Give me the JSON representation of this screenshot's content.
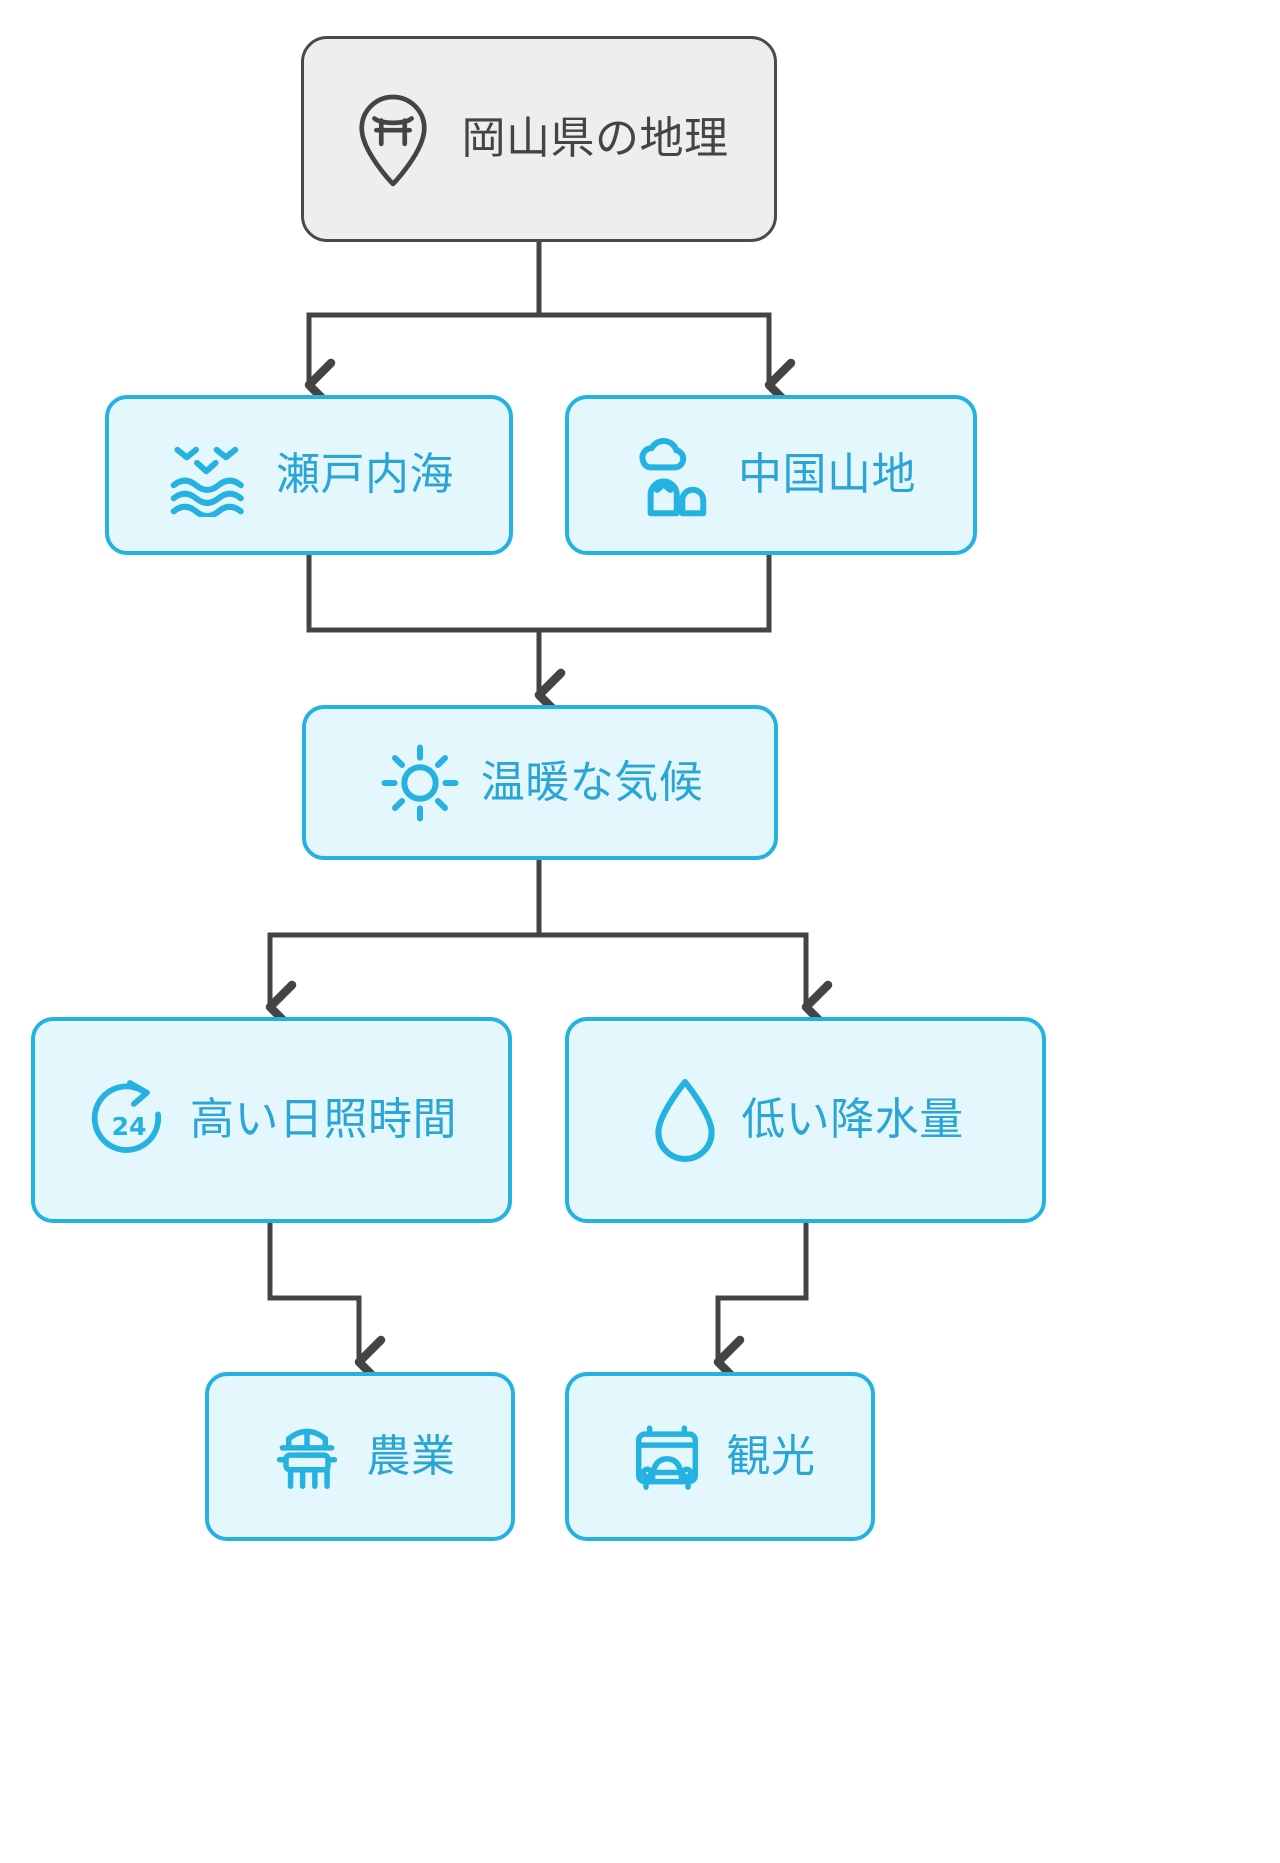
{
  "diagram": {
    "type": "flowchart",
    "direction": "top-down",
    "title": "岡山県の地理",
    "colors": {
      "root_fill": "#eeeeee",
      "root_border": "#4a4a4a",
      "root_text": "#444444",
      "node_fill": "#e3f7fd",
      "node_border": "#26b2e0",
      "node_text": "#2aa5d6",
      "edge": "#444444",
      "background": "#ffffff"
    },
    "nodes": [
      {
        "id": "root",
        "label": "岡山県の地理",
        "icon": "map-pin-torii-icon",
        "style": "root",
        "row": 1
      },
      {
        "id": "sea",
        "label": "瀬戸内海",
        "icon": "sea-birds-waves-icon",
        "style": "cyan",
        "row": 2
      },
      {
        "id": "mount",
        "label": "中国山地",
        "icon": "cloud-mountain-icon",
        "style": "cyan",
        "row": 2
      },
      {
        "id": "climate",
        "label": "温暖な気候",
        "icon": "sun-icon",
        "style": "cyan",
        "row": 3
      },
      {
        "id": "sun",
        "label": "高い日照時間",
        "icon": "clock-24h-icon",
        "style": "cyan",
        "row": 4
      },
      {
        "id": "rain",
        "label": "低い降水量",
        "icon": "water-droplet-icon",
        "style": "cyan",
        "row": 4
      },
      {
        "id": "agri",
        "label": "農業",
        "icon": "tractor-icon",
        "style": "cyan",
        "row": 5
      },
      {
        "id": "tour",
        "label": "観光",
        "icon": "tour-bus-icon",
        "style": "cyan",
        "row": 5
      }
    ],
    "edges": [
      {
        "from": "root",
        "to": "sea"
      },
      {
        "from": "root",
        "to": "mount"
      },
      {
        "from": "sea",
        "to": "climate"
      },
      {
        "from": "mount",
        "to": "climate"
      },
      {
        "from": "climate",
        "to": "sun"
      },
      {
        "from": "climate",
        "to": "rain"
      },
      {
        "from": "sun",
        "to": "agri"
      },
      {
        "from": "rain",
        "to": "tour"
      }
    ]
  }
}
